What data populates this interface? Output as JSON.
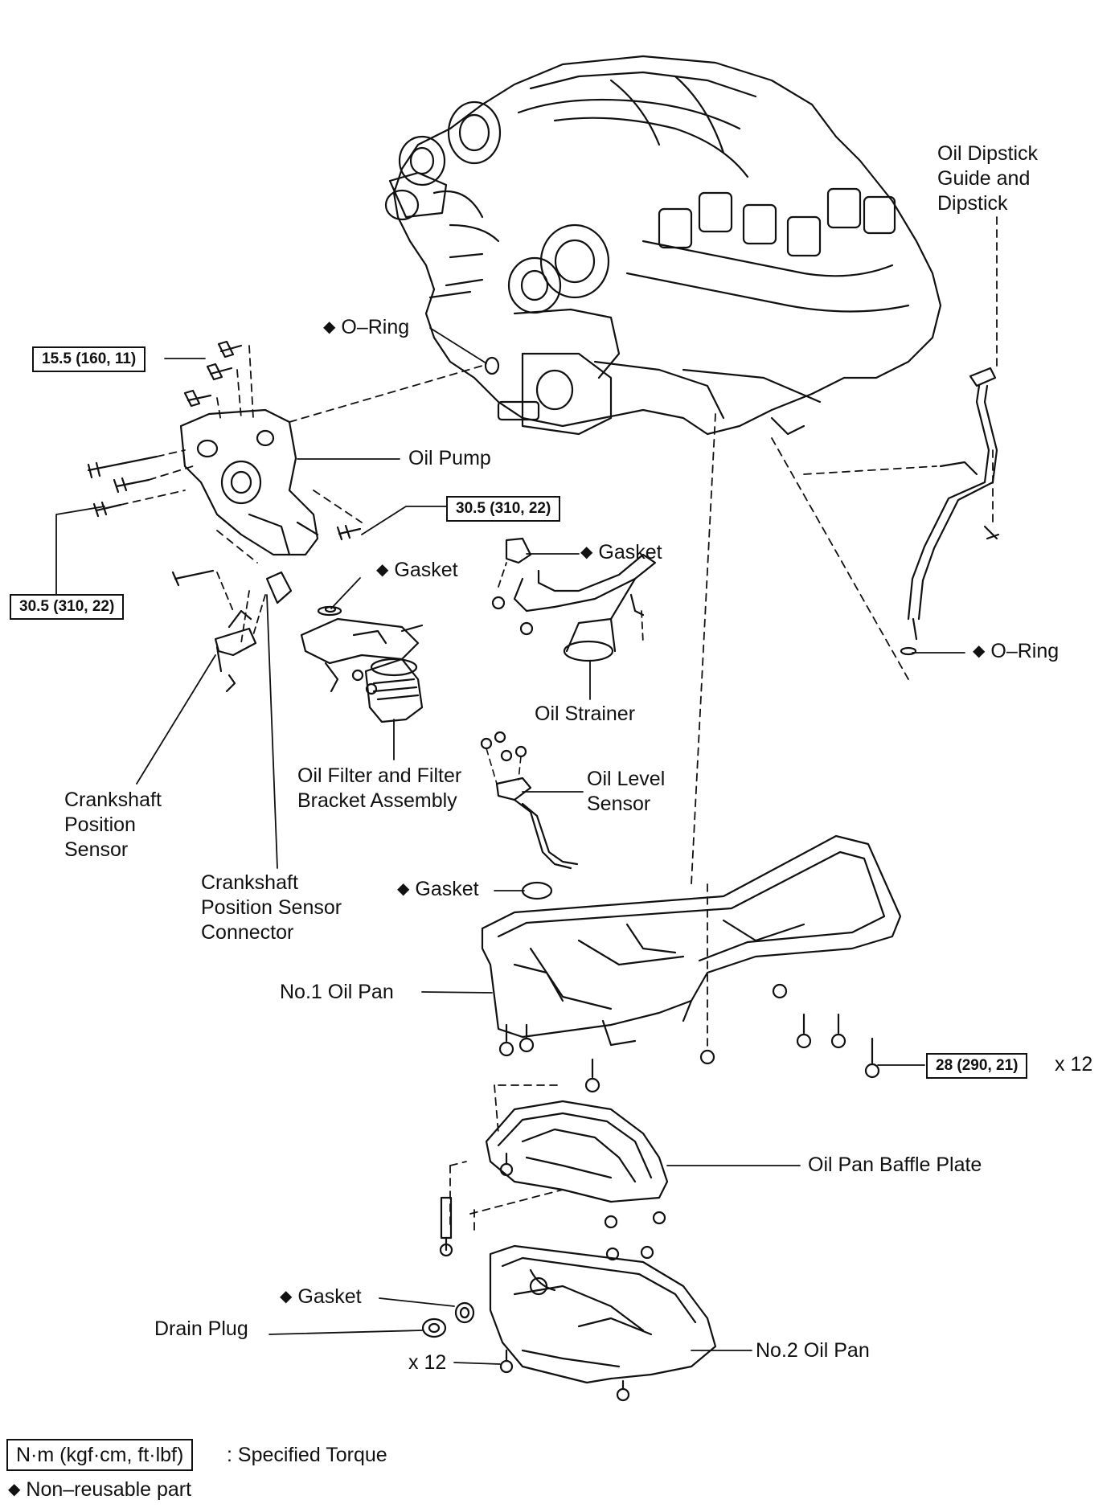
{
  "labels": {
    "dipstick": [
      "Oil Dipstick",
      "Guide and",
      "Dipstick"
    ],
    "o_ring_top": "O–Ring",
    "oil_pump": "Oil Pump",
    "gasket_filter": "Gasket",
    "gasket_strainer": "Gasket",
    "o_ring_right": "O–Ring",
    "oil_strainer": "Oil Strainer",
    "oil_filter": [
      "Oil Filter and Filter",
      "Bracket Assembly"
    ],
    "oil_level_sensor": [
      "Oil Level",
      "Sensor"
    ],
    "crank_sensor": [
      "Crankshaft",
      "Position",
      "Sensor"
    ],
    "crank_connector": [
      "Crankshaft",
      "Position Sensor",
      "Connector"
    ],
    "gasket_level": "Gasket",
    "no1_oil_pan": "No.1 Oil Pan",
    "baffle_plate": "Oil Pan Baffle Plate",
    "gasket_drain": "Gasket",
    "drain_plug": "Drain Plug",
    "no2_oil_pan": "No.2 Oil Pan",
    "x12_upper": "x 12",
    "x12_lower": "x 12"
  },
  "torques": {
    "pump_top": "15.5 (160, 11)",
    "pump_right": "30.5 (310, 22)",
    "pump_left": "30.5 (310, 22)",
    "oil_pan": "28 (290, 21)"
  },
  "legend": {
    "unit_box": "N·m (kgf·cm, ft·lbf)",
    "unit_text": ": Specified Torque",
    "nonreusable": "Non–reusable part"
  },
  "symbols": {
    "nonreusable_mark": "◆"
  }
}
